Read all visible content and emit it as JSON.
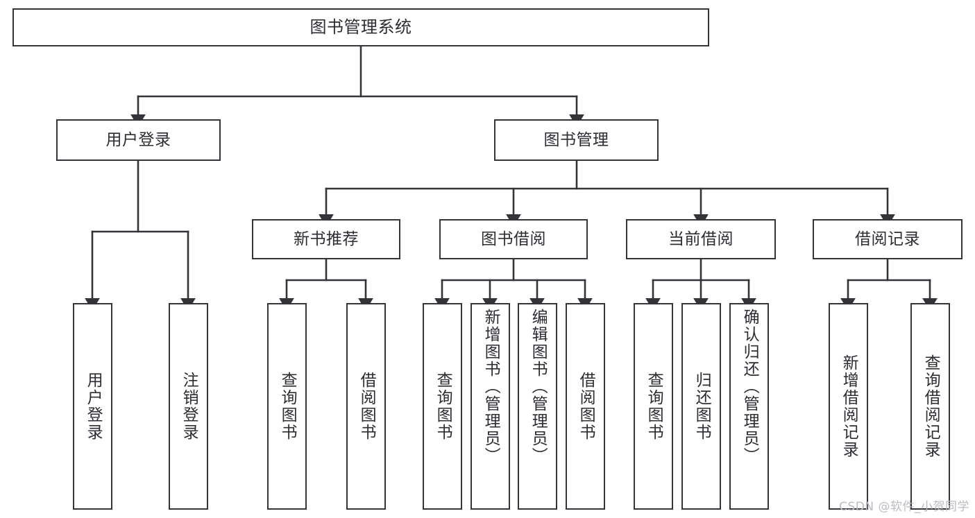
{
  "diagram": {
    "title": "图书管理系统",
    "type": "tree",
    "orientation": "top-down",
    "colors": {
      "box_border": "#32343a",
      "box_fill": "#ffffff",
      "edge": "#32343a",
      "text": "#2b2d33",
      "watermark": "#b9bcc2",
      "background": "#ffffff"
    },
    "root": {
      "id": "root",
      "label": "图书管理系统"
    },
    "level2": [
      {
        "id": "user-login",
        "label": "用户登录"
      },
      {
        "id": "book-management",
        "label": "图书管理"
      }
    ],
    "level3": [
      {
        "id": "new-book-recommend",
        "label": "新书推荐",
        "parent": "book-management"
      },
      {
        "id": "book-borrow",
        "label": "图书借阅",
        "parent": "book-management"
      },
      {
        "id": "current-borrow",
        "label": "当前借阅",
        "parent": "book-management"
      },
      {
        "id": "borrow-record",
        "label": "借阅记录",
        "parent": "book-management"
      }
    ],
    "leaves": [
      {
        "id": "leaf-user-login",
        "label": "用户登录",
        "parent": "user-login"
      },
      {
        "id": "leaf-logout-login",
        "label": "注销登录",
        "parent": "user-login"
      },
      {
        "id": "leaf-query-book-1",
        "label": "查询图书",
        "parent": "new-book-recommend"
      },
      {
        "id": "leaf-borrow-book-1",
        "label": "借阅图书",
        "parent": "new-book-recommend"
      },
      {
        "id": "leaf-query-book-2",
        "label": "查询图书",
        "parent": "book-borrow"
      },
      {
        "id": "leaf-add-book",
        "label": "新增图书（管理员）",
        "parent": "book-borrow"
      },
      {
        "id": "leaf-edit-book",
        "label": "编辑图书（管理员）",
        "parent": "book-borrow"
      },
      {
        "id": "leaf-borrow-book-2",
        "label": "借阅图书",
        "parent": "book-borrow"
      },
      {
        "id": "leaf-query-book-3",
        "label": "查询图书",
        "parent": "current-borrow"
      },
      {
        "id": "leaf-return-book",
        "label": "归还图书",
        "parent": "current-borrow"
      },
      {
        "id": "leaf-confirm-return",
        "label": "确认归还（管理员）",
        "parent": "current-borrow"
      },
      {
        "id": "leaf-add-borrow-record",
        "label": "新增借阅记录",
        "parent": "borrow-record"
      },
      {
        "id": "leaf-query-borrow-record",
        "label": "查询借阅记录",
        "parent": "borrow-record"
      }
    ]
  },
  "watermark": {
    "text": "CSDN @软件_小贺同学"
  }
}
